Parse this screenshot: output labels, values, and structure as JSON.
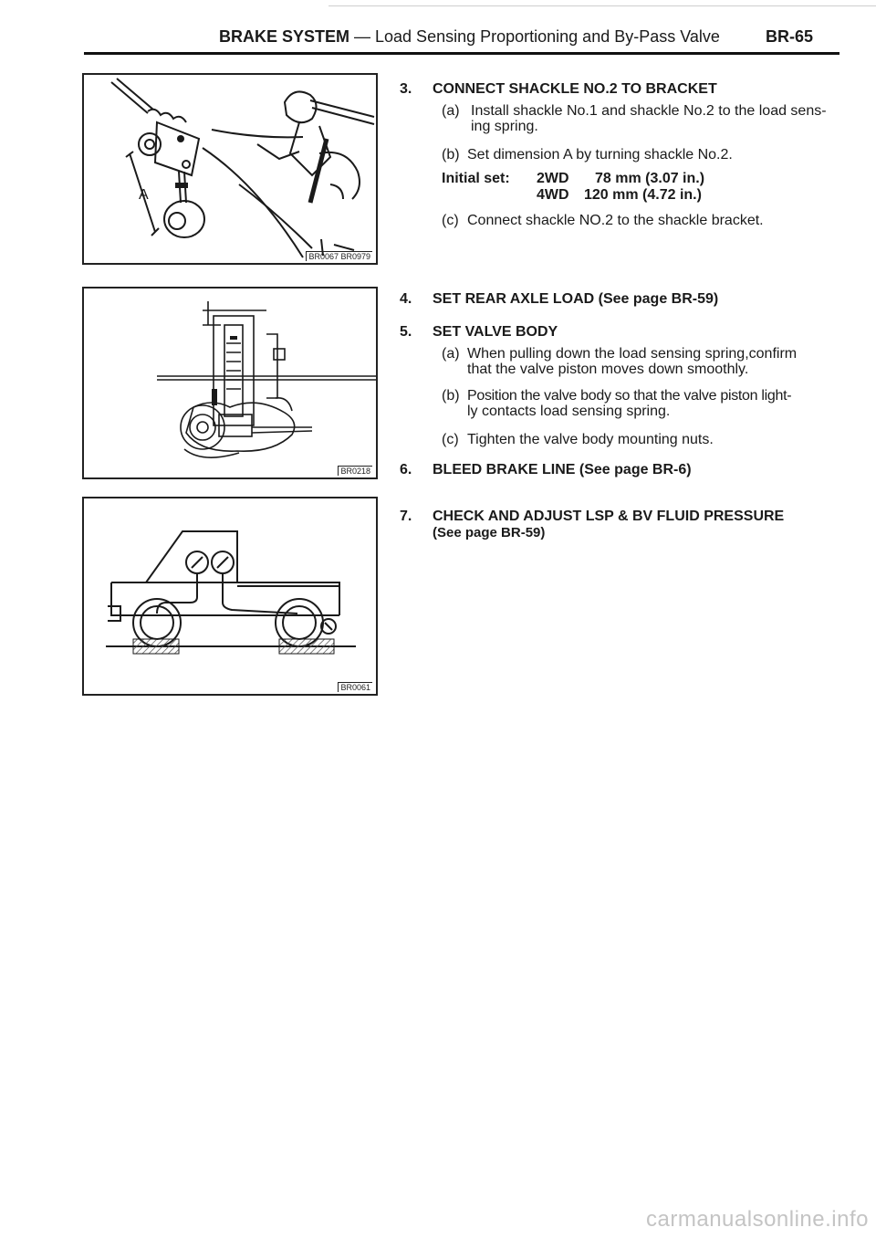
{
  "header": {
    "title_bold": "BRAKE SYSTEM",
    "title_rest": " — Load Sensing Proportioning and By-Pass Valve",
    "page": "BR-65"
  },
  "figures": [
    {
      "code": "BR0067 BR0979",
      "callout": "A"
    },
    {
      "code": "BR0218"
    },
    {
      "code": "BR0061"
    }
  ],
  "steps": [
    {
      "num": "3.",
      "title": "CONNECT SHACKLE NO.2 TO BRACKET",
      "subs": [
        {
          "label": "(a)",
          "lines": [
            "Install shackle No.1 and shackle No.2 to the load sens-",
            "ing spring."
          ]
        },
        {
          "label": "(b)",
          "lines": [
            "Set dimension A by turning shackle No.2."
          ]
        }
      ],
      "initial_set": {
        "label": "Initial set:",
        "rows": [
          {
            "drive": "2WD",
            "value": "78 mm (3.07 in.)"
          },
          {
            "drive": "4WD",
            "value": "120 mm (4.72 in.)"
          }
        ]
      },
      "subs_after": [
        {
          "label": "(c)",
          "lines": [
            "Connect shackle NO.2 to the shackle bracket."
          ]
        }
      ]
    },
    {
      "num": "4.",
      "title": "SET REAR AXLE LOAD (See page BR-59)"
    },
    {
      "num": "5.",
      "title": "SET VALVE BODY",
      "subs": [
        {
          "label": "(a)",
          "lines": [
            "When pulling down the load sensing spring,confirm",
            "that the valve piston moves down smoothly."
          ]
        },
        {
          "label": "(b)",
          "lines": [
            "Position the valve body so that the valve piston light-",
            "ly contacts load sensing spring."
          ]
        },
        {
          "label": "(c)",
          "lines": [
            "Tighten the valve body mounting nuts."
          ]
        }
      ]
    },
    {
      "num": "6.",
      "title": "BLEED BRAKE LINE (See page BR-6)"
    },
    {
      "num": "7.",
      "title_lines": [
        "CHECK AND ADJUST LSP & BV FLUID PRESSURE",
        "(See page BR-59)"
      ]
    }
  ],
  "watermark": "carmanualsonline.info",
  "colors": {
    "ink": "#1a1a1a",
    "hatch": "#555555"
  }
}
